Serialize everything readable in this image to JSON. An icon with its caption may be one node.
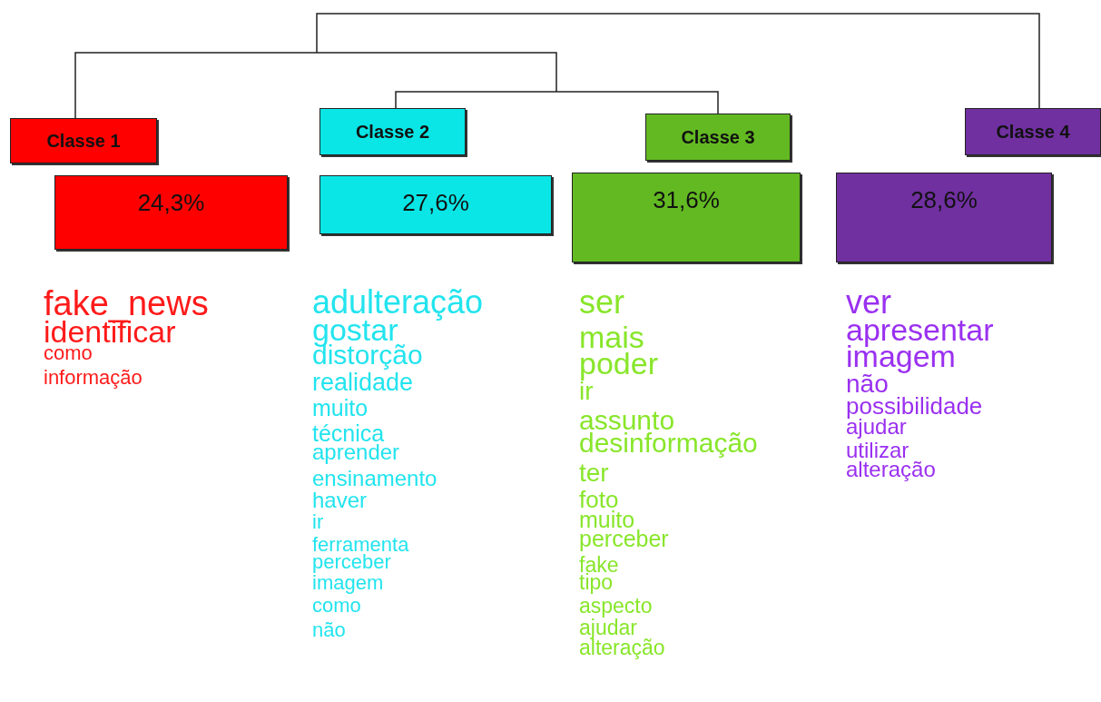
{
  "diagram": {
    "nodes": [
      {
        "text": [
          "Classe 1"
        ]
      },
      {
        "text": [
          "24,3%"
        ],
        "beside": [
          "fake_news",
          "identificar",
          "como",
          "informação"
        ]
      },
      {
        "text": [
          "Classe 2"
        ]
      },
      {
        "text": [
          "27,6%"
        ],
        "beside": [
          "adulteração",
          "gostar",
          "distorção",
          "realidade",
          "muito",
          "técnica",
          "aprender",
          "ensinamento",
          "haver",
          "ir",
          "ferramenta",
          "perceber",
          "imagem",
          "como",
          "não"
        ]
      },
      {
        "text": [
          "Classe 3"
        ]
      },
      {
        "text": [
          "31,6%"
        ],
        "beside": [
          "ser",
          "mais",
          "poder",
          "ir",
          "assunto",
          "desinformação",
          "ter",
          "foto",
          "muito",
          "perceber",
          "fake",
          "tipo",
          "aspecto",
          "ajudar",
          "alteração"
        ]
      },
      {
        "text": [
          "Classe 4"
        ]
      },
      {
        "text": [
          "28,6%"
        ],
        "beside": [
          "ver",
          "apresentar",
          "imagem",
          "não",
          "possibilidade",
          "ajudar",
          "utilizar",
          "alteração"
        ]
      }
    ],
    "edges": []
  }
}
